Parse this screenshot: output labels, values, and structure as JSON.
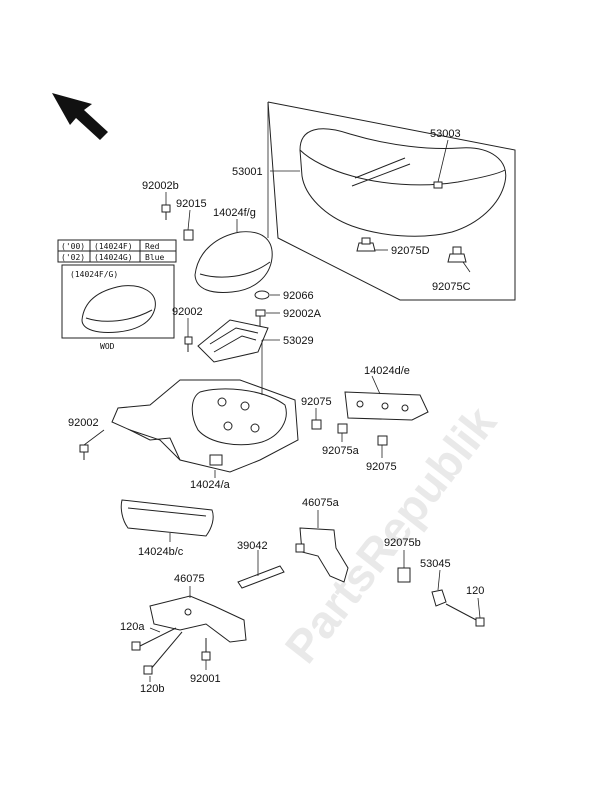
{
  "watermark": "PartsRepublik",
  "labels": {
    "l53001": "53001",
    "l53003": "53003",
    "l92075D": "92075D",
    "l92075C": "92075C",
    "l92002b": "92002b",
    "l92015": "92015",
    "l14024fg": "14024f/g",
    "l92066": "92066",
    "l92002A": "92002A",
    "l92002_top": "92002",
    "l53029": "53029",
    "l14024de": "14024d/e",
    "l92075_a": "92075",
    "l92075a": "92075a",
    "l92075_b": "92075",
    "l92002_left": "92002",
    "l14024a": "14024/a",
    "l14024bc": "14024b/c",
    "l46075a": "46075a",
    "l39042": "39042",
    "l92075b": "92075b",
    "l53045": "53045",
    "l120": "120",
    "l46075": "46075",
    "l120a": "120a",
    "l120b": "120b",
    "l92001": "92001"
  },
  "color_table": {
    "rows": [
      {
        "year": "('00)",
        "part": "(14024F)",
        "color": "Red"
      },
      {
        "year": "('02)",
        "part": "(14024G)",
        "color": "Blue"
      }
    ]
  },
  "inset": {
    "title": "(14024F/G)",
    "caption": "WOD"
  }
}
